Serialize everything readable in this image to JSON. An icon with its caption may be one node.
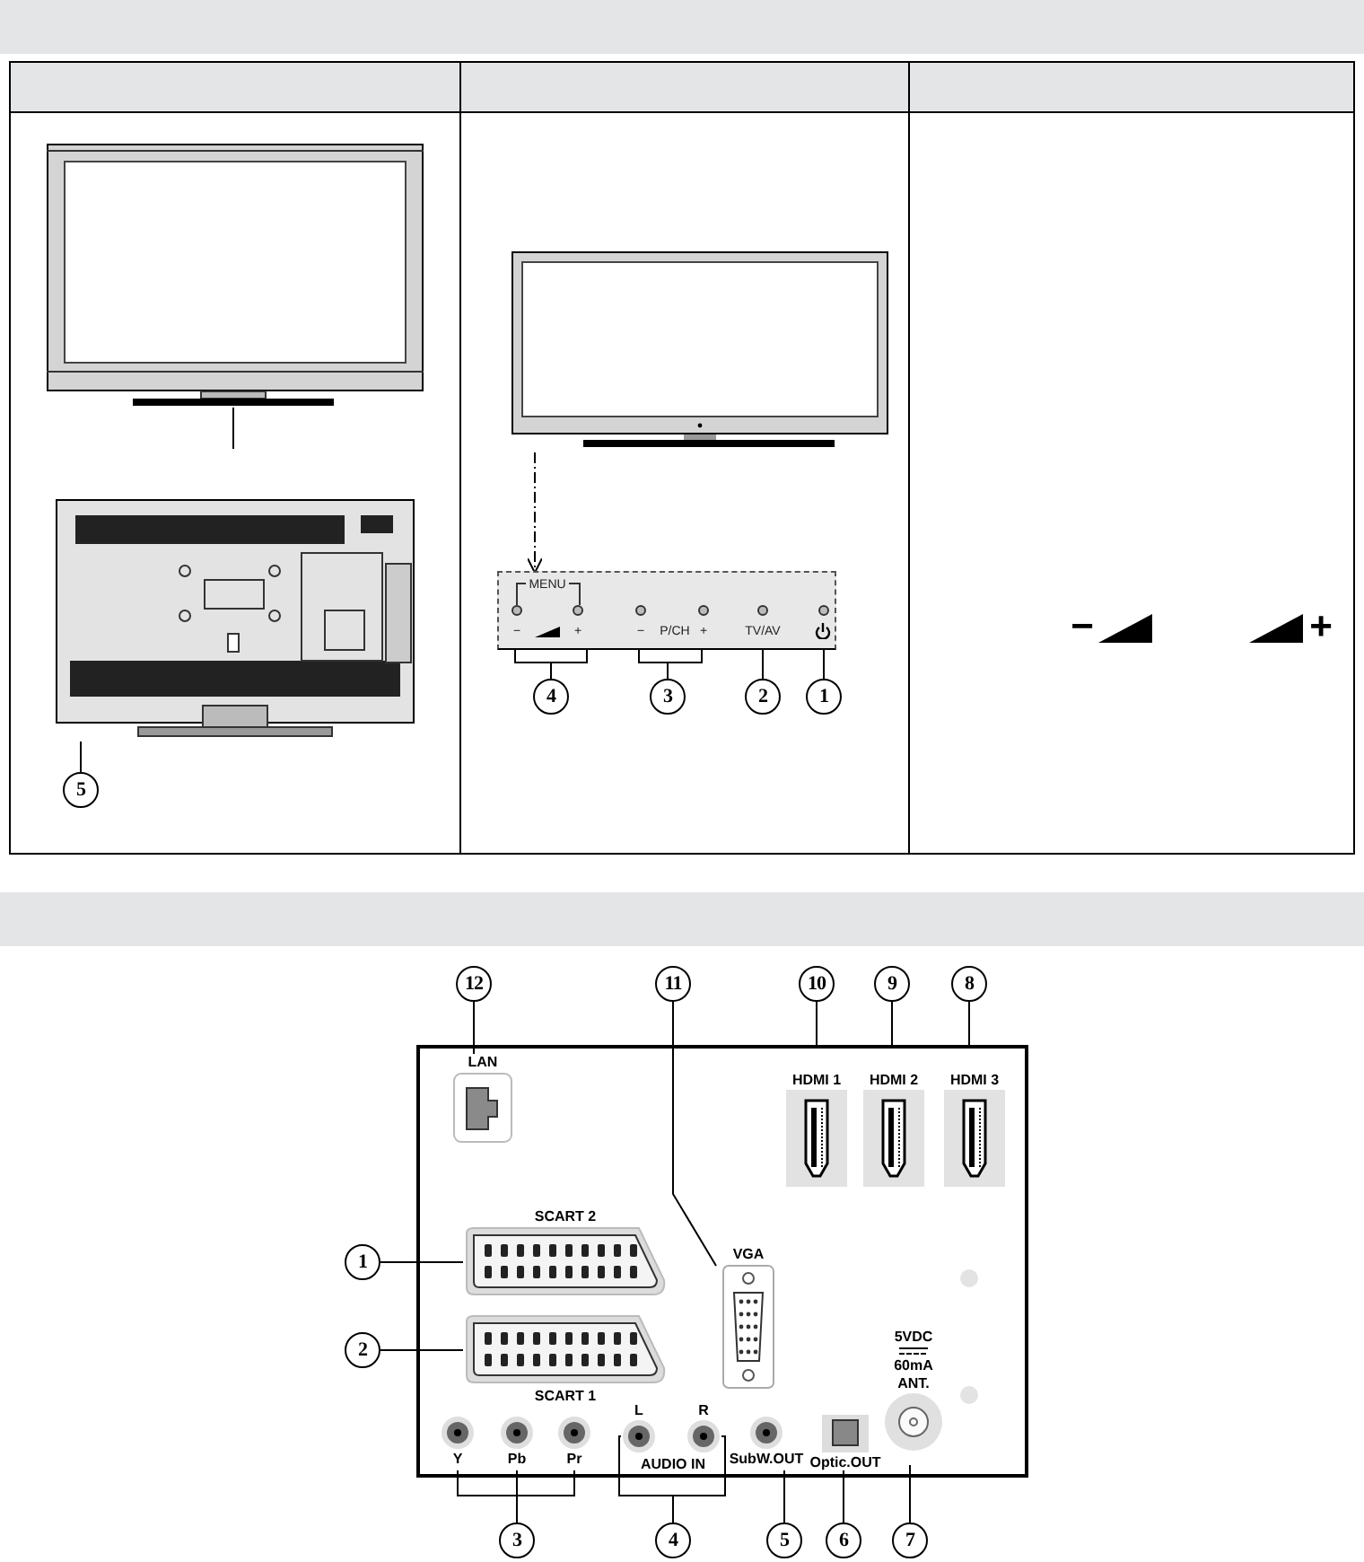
{
  "diagram": {
    "nodes": [
      {
        "text": [],
        "shape": "picture"
      },
      {
        "text": [],
        "shape": "picture"
      },
      {
        "text": [
          "5"
        ]
      },
      {
        "text": [],
        "shape": "picture"
      },
      {
        "text": [
          "MENU",
          "−",
          "+",
          "−",
          "P/CH",
          "+",
          "TV/AV"
        ]
      },
      {
        "text": [
          "4"
        ]
      },
      {
        "text": [
          "3"
        ]
      },
      {
        "text": [
          "2"
        ]
      },
      {
        "text": [
          "1"
        ]
      },
      {
        "text": [],
        "shape": "box"
      },
      {
        "text": [
          "LAN"
        ],
        "in": 9
      },
      {
        "text": [
          "HDMI 1"
        ],
        "in": 9
      },
      {
        "text": [
          "HDMI 2"
        ],
        "in": 9
      },
      {
        "text": [
          "HDMI 3"
        ],
        "in": 9
      },
      {
        "text": [
          "SCART 2"
        ],
        "in": 9
      },
      {
        "text": [
          "SCART 1"
        ],
        "in": 9
      },
      {
        "text": [
          "VGA"
        ],
        "in": 9
      },
      {
        "text": [
          "Y"
        ],
        "in": 9
      },
      {
        "text": [
          "Pb"
        ],
        "in": 9
      },
      {
        "text": [
          "Pr"
        ],
        "in": 9
      },
      {
        "text": [
          "L"
        ],
        "in": 9
      },
      {
        "text": [
          "R"
        ],
        "in": 9
      },
      {
        "text": [
          "SubW.OUT"
        ],
        "in": 9
      },
      {
        "text": [
          "Optic.OUT"
        ],
        "in": 9
      },
      {
        "text": [
          "5VDC",
          "60mA",
          "ANT."
        ],
        "in": 9
      },
      {
        "text": [
          "12"
        ]
      },
      {
        "text": [
          "11"
        ]
      },
      {
        "text": [
          "10"
        ]
      },
      {
        "text": [
          "9"
        ]
      },
      {
        "text": [
          "8"
        ]
      },
      {
        "text": [
          "1"
        ]
      },
      {
        "text": [
          "2"
        ]
      },
      {
        "text": [
          "3"
        ]
      },
      {
        "text": [
          "4"
        ]
      },
      {
        "text": [
          "5"
        ]
      },
      {
        "text": [
          "6"
        ]
      },
      {
        "text": [
          "7"
        ]
      }
    ],
    "edges": [
      {
        "from": 0,
        "to": null,
        "arrow": "none"
      },
      {
        "from": 2,
        "to": 1,
        "arrow": "none"
      },
      {
        "from": 3,
        "to": 4,
        "arrow": "to",
        "style": "dashed"
      },
      {
        "from": 5,
        "to": 4,
        "arrow": "none"
      },
      {
        "from": 6,
        "to": 4,
        "arrow": "none"
      },
      {
        "from": 7,
        "to": 4,
        "arrow": "none"
      },
      {
        "from": 8,
        "to": 4,
        "arrow": "none"
      },
      {
        "from": 25,
        "to": 10,
        "arrow": "none"
      },
      {
        "from": 26,
        "to": 16,
        "arrow": "none"
      },
      {
        "from": 27,
        "to": 9,
        "arrow": "none"
      },
      {
        "from": 28,
        "to": 9,
        "arrow": "none"
      },
      {
        "from": 29,
        "to": 9,
        "arrow": "none"
      },
      {
        "from": 30,
        "to": 14,
        "arrow": "none"
      },
      {
        "from": 31,
        "to": 15,
        "arrow": "none"
      },
      {
        "from": 32,
        "to": 17,
        "arrow": "none"
      },
      {
        "from": 32,
        "to": 18,
        "arrow": "none"
      },
      {
        "from": 32,
        "to": 19,
        "arrow": "none"
      },
      {
        "from": 33,
        "to": 20,
        "arrow": "none"
      },
      {
        "from": 33,
        "to": 21,
        "arrow": "none"
      },
      {
        "from": 34,
        "to": 22,
        "arrow": "none"
      },
      {
        "from": 35,
        "to": 23,
        "arrow": "none"
      },
      {
        "from": 36,
        "to": 24,
        "arrow": "none"
      }
    ],
    "labels": [
      "−",
      "+",
      "AUDIO IN"
    ]
  }
}
